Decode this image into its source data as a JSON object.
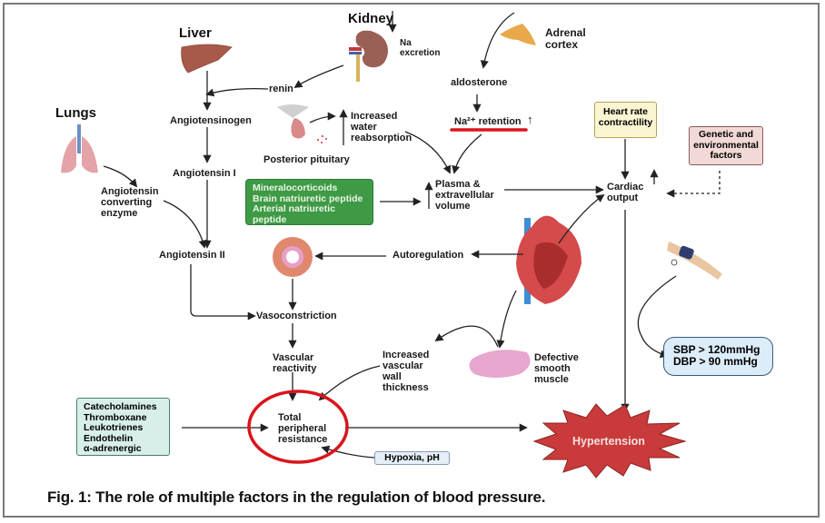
{
  "organs": {
    "liver": "Liver",
    "kidney": "Kidney",
    "lungs": "Lungs",
    "adrenal_cortex": "Adrenal\ncortex"
  },
  "labels": {
    "na_excretion": "Na\nexcretion",
    "renin": "renin",
    "angiotensinogen": "Angiotensinogen",
    "angiotensin_i": "Angiotensin I",
    "angiotensin_ii": "Angiotensin II",
    "ace": "Angiotensin\nconverting\nenzyme",
    "posterior_pituitary": "Posterior pituitary",
    "increased_water_reabsorption": "Increased\nwater\nreabsorption",
    "aldosterone": "aldosterone",
    "na_retention": "Na²⁺ retention",
    "plasma_volume": "Plasma &\nextravellular\nvolume",
    "cardiac_output": "Cardiac\noutput",
    "autoregulation": "Autoregulation",
    "vasoconstriction": "Vasoconstriction",
    "vascular_reactivity": "Vascular\nreactivity",
    "increased_wall_thickness": "Increased\nvascular\nwall\nthickness",
    "defective_smooth_muscle": "Defective\nsmooth\nmuscle",
    "total_peripheral_resistance": "Total\nperipheral\nresistance"
  },
  "boxes": {
    "heart_rate": "Heart rate\ncontractility",
    "genetic_env": "Genetic and\nenvironmental\nfactors",
    "natriuretic": "Mineralocorticoids\nBrain natriuretic peptide\nArterial natriuretic\npeptide",
    "catecholamines": "Catecholamines\nThromboxane\nLeukotrienes\nEndothelin\nα-adrenergic",
    "hypoxia": "Hypoxia, pH",
    "bp_thresholds": "SBP  > 120mmHg\nDBP > 90 mmHg",
    "hypertension": "Hypertension"
  },
  "caption": "Fig. 1: The role of multiple factors in the regulation of blood pressure.",
  "colors": {
    "highlight_red": "#d9141b",
    "green_box": "#3f9a45",
    "teal_box": "#d8efe9",
    "yellow_box": "#fbf5d2",
    "pink_box": "#f1d9d6",
    "blue_box": "#dcecf8",
    "hypertension": "#c93a3a"
  }
}
